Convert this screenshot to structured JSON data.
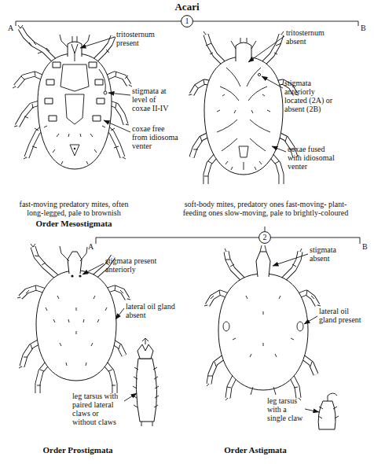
{
  "diagram": {
    "title": "Acari",
    "nodes": [
      {
        "text": [
          "1"
        ]
      },
      {
        "text": [
          "2"
        ]
      }
    ],
    "labels": [
      "A",
      "B",
      "tritosternum present",
      "stigmata at level of coxae II-IV",
      "coxae free from idiosoma venter",
      "fast-moving predatory mites, often long-legged, pale to brownish",
      "Order Mesostigmata",
      "tritosternum absent",
      "stigmata anteriorly located (2A) or absent (2B)",
      "coxae fused with idiosomal venter",
      "soft-body mites, predatory ones fast-moving- plant-feeding ones slow-moving, pale to brightly-coloured",
      "A",
      "B",
      "stigmata present anteriorly",
      "lateral oil gland absent",
      "leg tarsus with paired lateral claws or without claws",
      "Order Prostigmata",
      "stigmata absent",
      "lateral oil gland present",
      "leg tarsus with a single claw",
      "Order Astigmata"
    ]
  }
}
